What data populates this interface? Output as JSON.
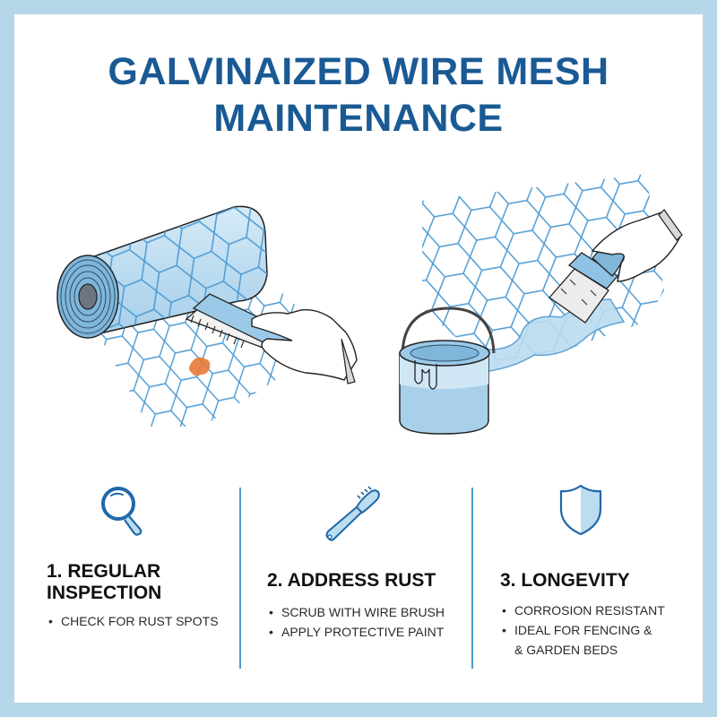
{
  "title": {
    "line1": "GALVINAIZED WIRE MESH",
    "line2": "MAINTENANCE"
  },
  "colors": {
    "frame": "#b6d6ea",
    "title": "#1a5a94",
    "accent_blue": "#2f7dbf",
    "light_blue": "#bcdcf0",
    "divider": "#4b9ad3",
    "rust": "#e57a35"
  },
  "illustrations": {
    "left": {
      "description": "Rolled hexagonal wire mesh with gloved hand scrubbing a rust spot using a wire brush",
      "icons": [
        "mesh-roll-icon",
        "wire-brush-icon",
        "gloved-hand-icon",
        "rust-spot-icon"
      ]
    },
    "right": {
      "description": "Gloved hand painting hexagonal mesh with protective paint from a paint can",
      "icons": [
        "hex-mesh-icon",
        "paint-brush-icon",
        "gloved-hand-icon",
        "paint-can-icon"
      ]
    }
  },
  "sections": [
    {
      "icon": "magnifier-icon",
      "heading_line1": "1. REGULAR",
      "heading_line2": "INSPECTION",
      "bullets": [
        "CHECK FOR RUST SPOTS"
      ]
    },
    {
      "icon": "wire-brush-icon",
      "heading_line1": "2. ADDRESS RUST",
      "bullets": [
        "SCRUB WITH WIRE BRUSH",
        "APPLY PROTECTIVE PAINT"
      ]
    },
    {
      "icon": "shield-icon",
      "heading_line1": "3. LONGEVITY",
      "bullets": [
        "CORROSION RESISTANT",
        "IDEAL FOR FENCING &",
        "& GARDEN BEDS"
      ]
    }
  ]
}
